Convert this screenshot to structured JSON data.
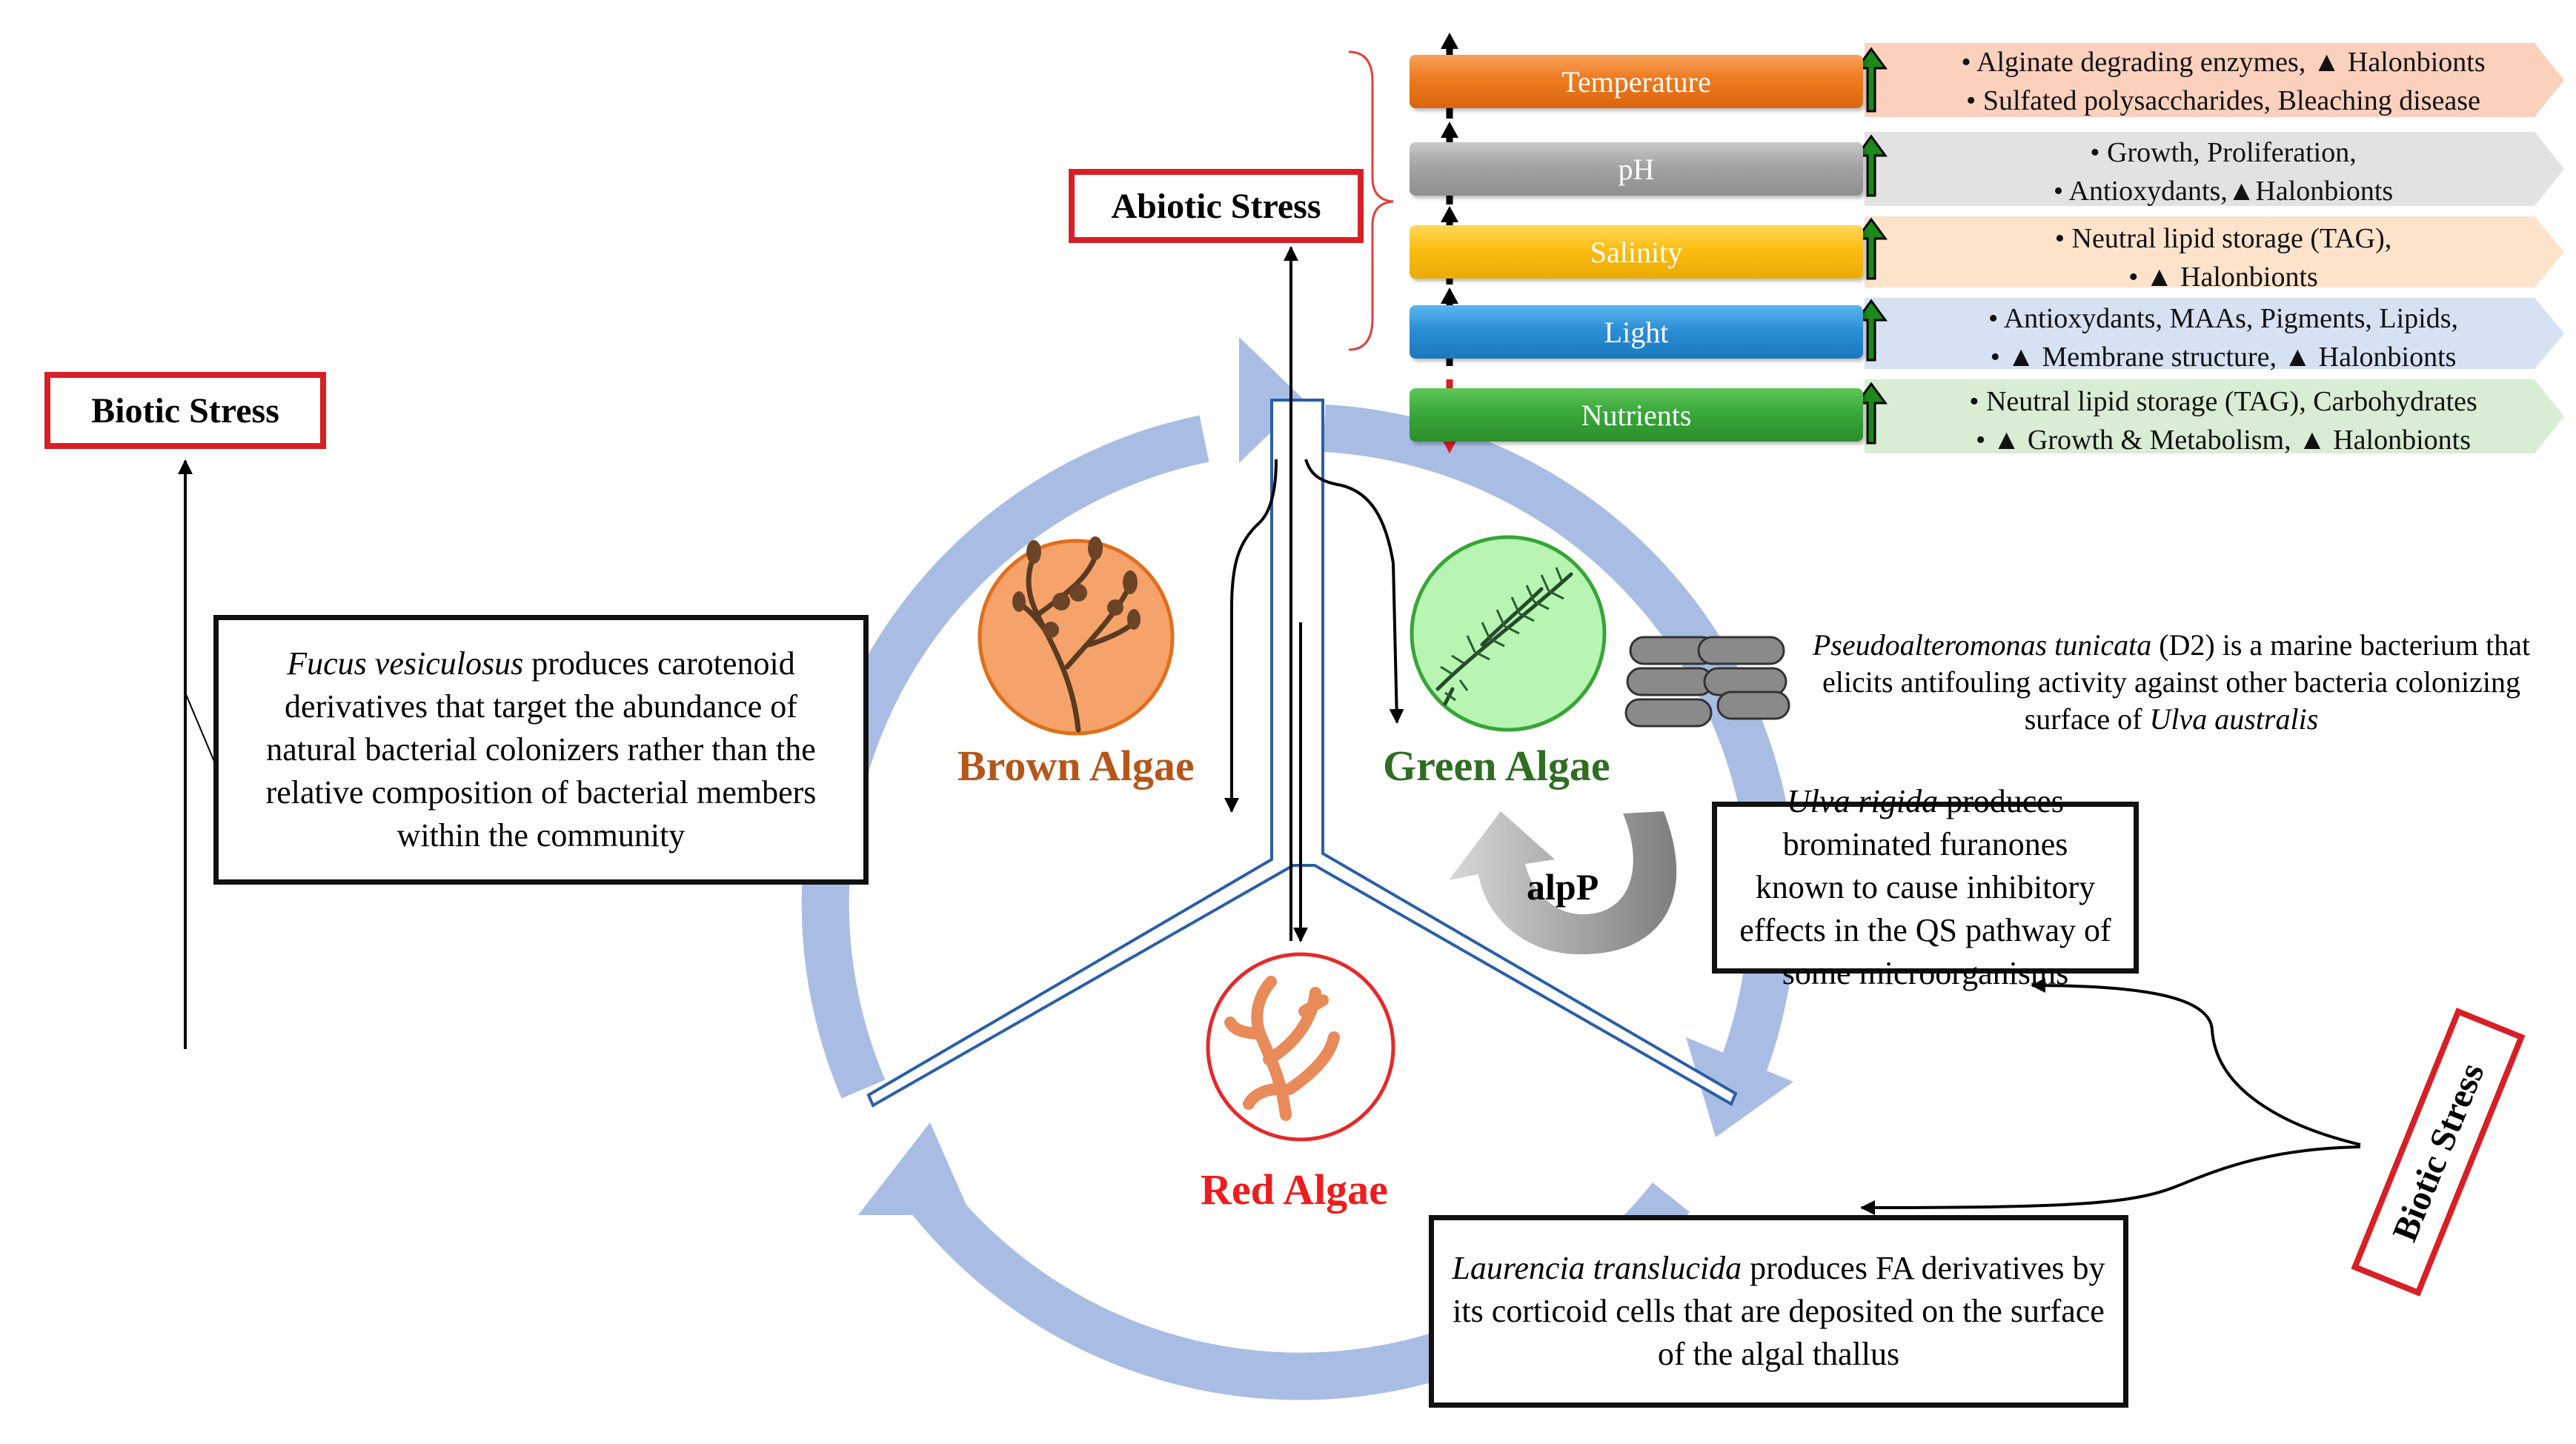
{
  "abiotic_label": "Abiotic Stress",
  "biotic_label_left": "Biotic Stress",
  "biotic_label_right": "Biotic Stress",
  "factors": [
    {
      "name": "Temperature",
      "color": "#ef7a1f",
      "direction": "up",
      "effects": [
        "• Alginate degrading enzymes, ▲ Halonbionts",
        "• Sulfated polysaccharides, Bleaching disease"
      ]
    },
    {
      "name": "pH",
      "color": "#a3a3a3",
      "direction": "up",
      "effects": [
        "• Growth, Proliferation,",
        "• Antioxydants,▲Halonbionts"
      ]
    },
    {
      "name": "Salinity",
      "color": "#fcbd12",
      "direction": "up",
      "effects": [
        "• Neutral lipid storage (TAG),",
        "• ▲ Halonbionts"
      ]
    },
    {
      "name": "Light",
      "color": "#2c8fd6",
      "direction": "up",
      "effects": [
        "• Antioxydants, MAAs, Pigments, Lipids,",
        "• ▲ Membrane structure, ▲ Halonbionts"
      ]
    },
    {
      "name": "Nutrients",
      "color": "#3aa83a",
      "direction": "down",
      "effects": [
        "• Neutral lipid storage (TAG), Carbohydrates",
        "• ▲ Growth & Metabolism, ▲ Halonbionts"
      ]
    }
  ],
  "algae": {
    "brown": {
      "label": "Brown Algae",
      "color": "#b5561c"
    },
    "green": {
      "label": "Green Algae",
      "color": "#2f6e22"
    },
    "red": {
      "label": "Red Algae",
      "color": "#ee1c1c"
    }
  },
  "alp_label": "alpP",
  "texts": {
    "fucus": {
      "species": "Fucus vesiculosus",
      "rest": " produces carotenoid derivatives that target the abundance of natural bacterial colonizers rather than the relative composition of bacterial members within the community"
    },
    "pseudo": {
      "species": "Pseudoalteromonas tunicata",
      "mid": " (D2) is a marine bacterium that elicits antifouling activity against other bacteria colonizing surface of ",
      "host": "Ulva australis"
    },
    "ulva": {
      "species": "Ulva rigida",
      "rest": " produces brominated furanones known to cause inhibitory effects in the QS pathway of some microorganisms"
    },
    "laurencia": {
      "species": "Laurencia translucida",
      "rest": " produces FA derivatives by its corticoid cells that are deposited on the surface of the algal thallus"
    }
  },
  "colors": {
    "cycle_arrow": "#a9bde4",
    "stress_border": "#d81f26",
    "brace": "#e04040",
    "divider": "#2a5ea8"
  }
}
